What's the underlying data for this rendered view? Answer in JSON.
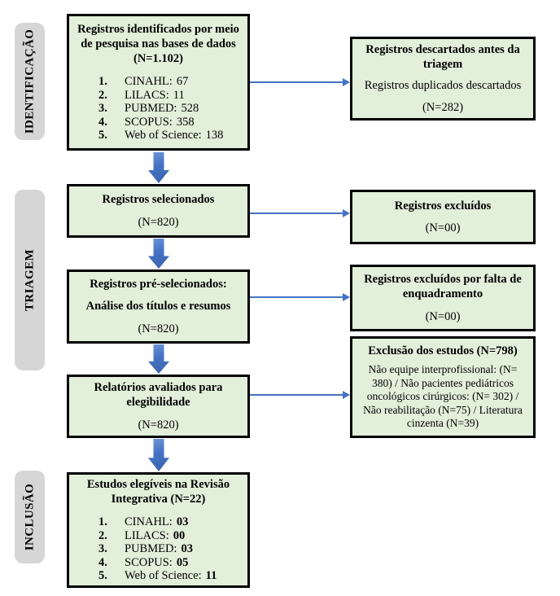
{
  "palette": {
    "box_fill": "#e2efda",
    "box_border": "#000000",
    "stage_fill": "#d6d6d6",
    "arrow_blue": "#4472c4",
    "background": "#ffffff"
  },
  "diagram": {
    "stages": [
      {
        "label": "IDENTIFICAÇÃO"
      },
      {
        "label": "TRIAGEM"
      },
      {
        "label": "INCLUSÃO"
      }
    ],
    "identification_box": {
      "title": "Registros identificados por meio de pesquisa nas bases de dados (N=1.102)",
      "items": [
        {
          "num": "1.",
          "label": "CINAHL:",
          "value": "67"
        },
        {
          "num": "2.",
          "label": "LILACS:",
          "value": "11"
        },
        {
          "num": "3.",
          "label": "PUBMED:",
          "value": "528"
        },
        {
          "num": "4.",
          "label": "SCOPUS:",
          "value": "358"
        },
        {
          "num": "5.",
          "label": "Web of Science:",
          "value": "138"
        }
      ]
    },
    "discarded_box": {
      "title": "Registros descartados antes da triagem",
      "body": "Registros duplicados descartados",
      "n": "(N=282)"
    },
    "selected_box": {
      "title": "Registros selecionados",
      "n": "(N=820)"
    },
    "excluded_box": {
      "title": "Registros excluídos",
      "n": "(N=00)"
    },
    "preselected_box": {
      "title": "Registros pré-selecionados:",
      "subtitle": "Análise dos títulos e resumos",
      "n": "(N=820)"
    },
    "excluded_fit_box": {
      "title": "Registros excluídos por falta de enquadramento",
      "n": "(N=00)"
    },
    "reports_box": {
      "title": "Relatórios avaliados para elegibilidade",
      "n": "(N=820)"
    },
    "exclusion_box": {
      "title": "Exclusão dos estudos (N=798)",
      "body": "Não equipe interprofissional: (N= 380) / Não pacientes pediátricos oncológicos cirúrgicos: (N= 302) / Não reabilitação (N=75) / Literatura cinzenta (N=39)"
    },
    "eligible_box": {
      "title": "Estudos elegíveis na Revisão Integrativa (N=22)",
      "items": [
        {
          "num": "1.",
          "label": "CINAHL:",
          "value": "03"
        },
        {
          "num": "2.",
          "label": "LILACS:",
          "value": "00"
        },
        {
          "num": "3.",
          "label": "PUBMED:",
          "value": "03"
        },
        {
          "num": "4.",
          "label": "SCOPUS:",
          "value": "05"
        },
        {
          "num": "5.",
          "label": "Web of Science:",
          "value": "11"
        }
      ]
    }
  }
}
